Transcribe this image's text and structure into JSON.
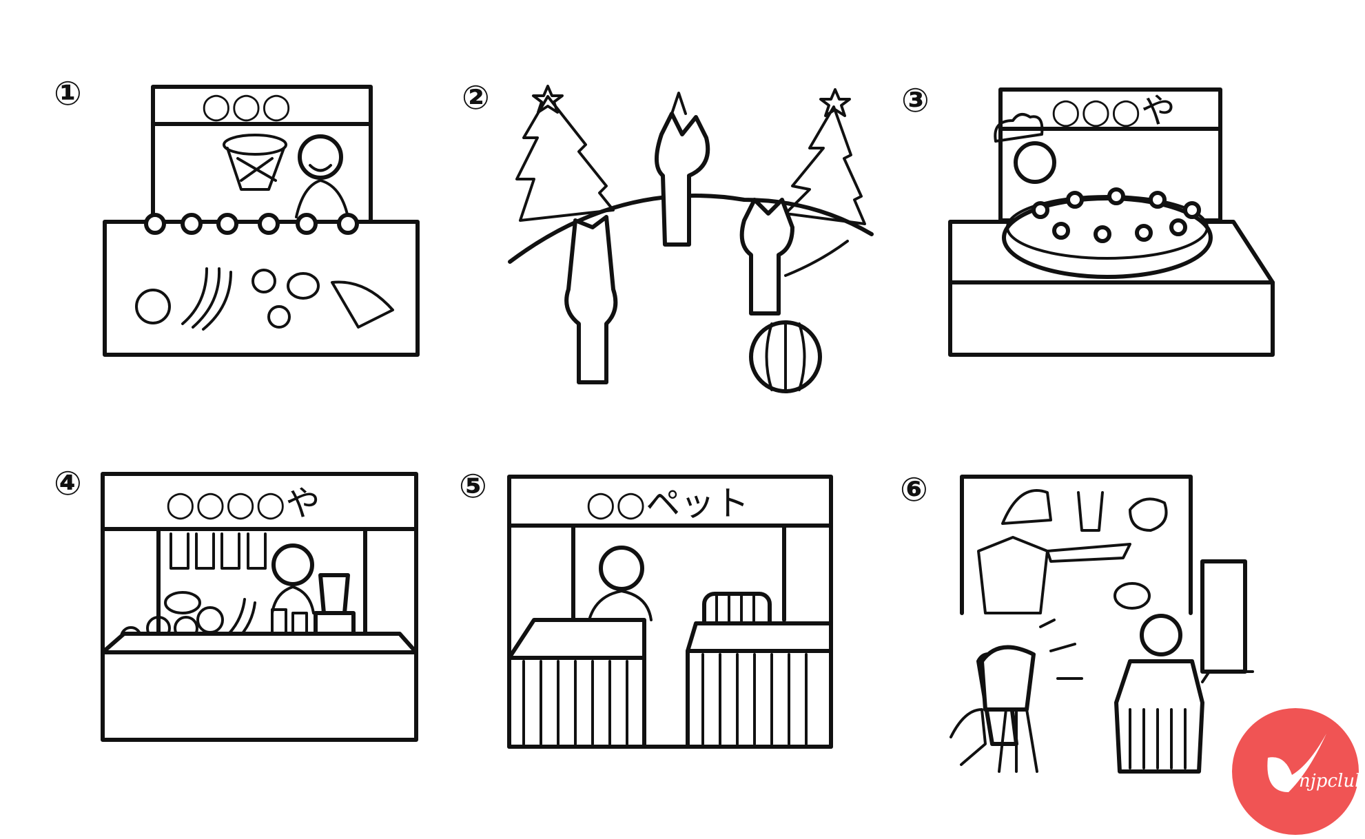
{
  "panels": [
    {
      "number": "①",
      "sign": "○○○",
      "scene": "fruit-shooting-booth"
    },
    {
      "number": "②",
      "sign": "",
      "scene": "cat-circus"
    },
    {
      "number": "③",
      "sign": "○○○や",
      "scene": "cake-shop"
    },
    {
      "number": "④",
      "sign": "○○○○や",
      "scene": "fruit-juice-shop"
    },
    {
      "number": "⑤",
      "sign": "○○ペット",
      "scene": "pet-shop"
    },
    {
      "number": "⑥",
      "sign": "",
      "scene": "costume-photo-studio"
    }
  ],
  "watermark": {
    "text": "njpclub",
    "color": "#f05454"
  }
}
